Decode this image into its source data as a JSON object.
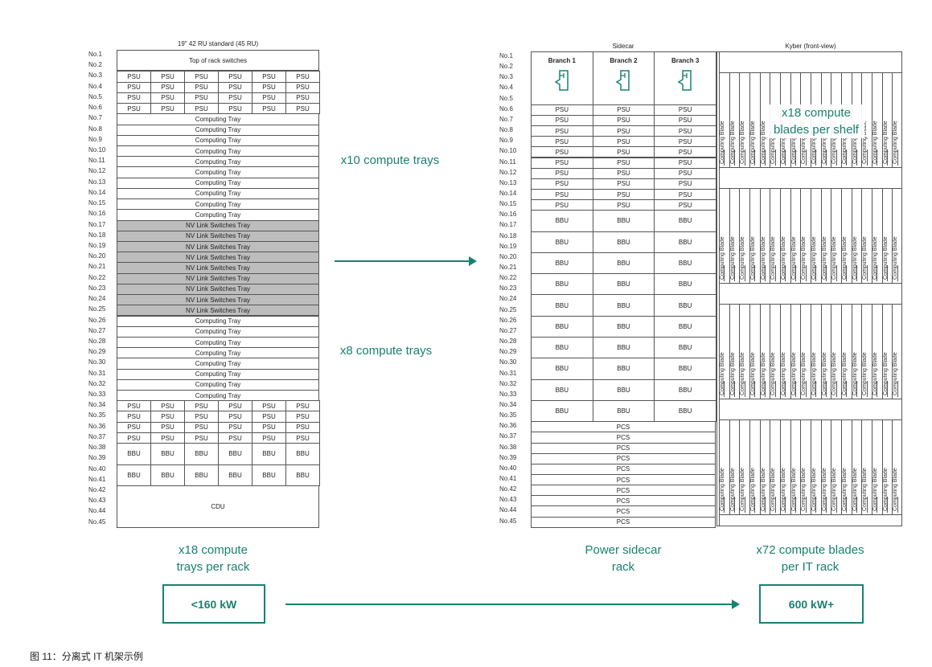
{
  "left_rack": {
    "title": "19\" 42 RU standard (45 RU)",
    "row_labels": [
      "No.1",
      "No.2",
      "No.3",
      "No.4",
      "No.5",
      "No.6",
      "No.7",
      "No.8",
      "No.9",
      "No.10",
      "No.11",
      "No.12",
      "No.13",
      "No.14",
      "No.15",
      "No.16",
      "No.17",
      "No.18",
      "No.19",
      "No.20",
      "No.21",
      "No.22",
      "No.23",
      "No.24",
      "No.25",
      "No.26",
      "No.27",
      "No.28",
      "No.29",
      "No.30",
      "No.31",
      "No.32",
      "No.33",
      "No.34",
      "No.35",
      "No.36",
      "No.37",
      "No.38",
      "No.39",
      "No.40",
      "No.41",
      "No.42",
      "No.43",
      "No.44",
      "No.45"
    ],
    "top_switch": "Top of rack switches",
    "psu": "PSU",
    "compute_tray": "Computing Tray",
    "nvlink_tray": "NV Link Switches Tray",
    "bbu": "BBU",
    "cdu": "CDU"
  },
  "sidecar": {
    "title": "Sidecar",
    "branches": [
      "Branch 1",
      "Branch 2",
      "Branch 3"
    ],
    "psu": "PSU",
    "bbu": "BBU",
    "pcs": "PCS",
    "row_labels": [
      "No.1",
      "No.2",
      "No.3",
      "No.4",
      "No.5",
      "No.6",
      "No.7",
      "No.8",
      "No.9",
      "No.10",
      "No.11",
      "No.12",
      "No.13",
      "No.14",
      "No.15",
      "No.16",
      "No.17",
      "No.18",
      "No.19",
      "No.20",
      "No.21",
      "No.22",
      "No.23",
      "No.24",
      "No.25",
      "No.26",
      "No.27",
      "No.28",
      "No.29",
      "No.30",
      "No.31",
      "No.32",
      "No.33",
      "No.34",
      "No.35",
      "No.36",
      "No.37",
      "No.38",
      "No.39",
      "No.40",
      "No.41",
      "No.42",
      "No.43",
      "No.44",
      "No.45"
    ]
  },
  "kyber": {
    "title": "Kyber (front-view)",
    "blade": "Computing Blade",
    "overlay": "x18 compute\nblades per shelf"
  },
  "annotations": {
    "x10": "x10 compute trays",
    "x8": "x8 compute trays",
    "left_caption": "x18 compute\ntrays per rack",
    "mid_caption": "Power sidecar\nrack",
    "right_caption": "x72 compute blades\nper IT rack",
    "left_power": "<160 kW",
    "right_power": "600 kW+"
  },
  "colors": {
    "accent": "#1a8070",
    "nvlink_fill": "#bdbdbd"
  },
  "figure_caption": "图 11：分离式 IT 机架示例"
}
